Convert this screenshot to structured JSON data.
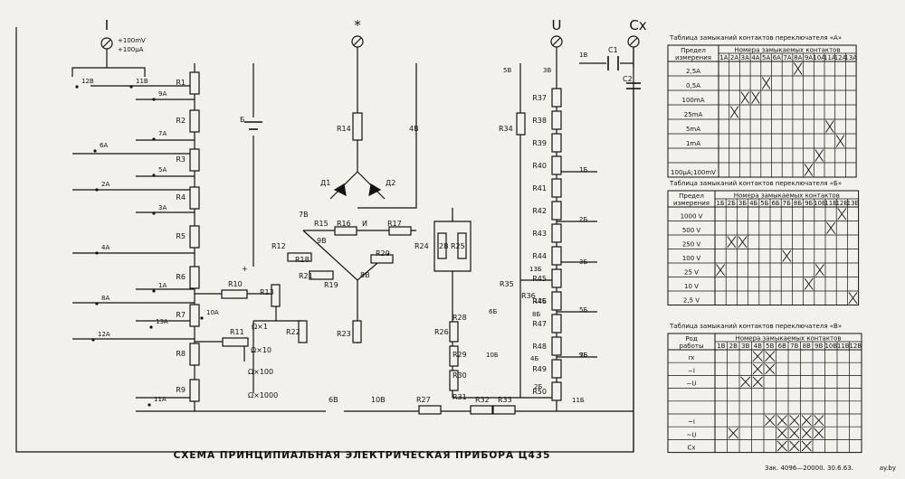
{
  "caption": "СХЕМА ПРИНЦИПИАЛЬНАЯ ЭЛЕКТРИЧЕСКАЯ ПРИБОРА Ц435",
  "footer": "Зак. 4096—20000. 30.6.63.",
  "watermark": "ay.by",
  "terminals": {
    "I": "I",
    "star": "*",
    "U": "U",
    "Cx": "Cx",
    "I_note_1": "+100mV",
    "I_note_2": "+100μA"
  },
  "resistors_left": [
    "R1",
    "R2",
    "R3",
    "R4",
    "R5",
    "R6",
    "R7",
    "R8",
    "R9"
  ],
  "switch_A_labels": [
    "12В",
    "11В",
    "9А",
    "7А",
    "6А",
    "5А",
    "2А",
    "3А",
    "4А",
    "1А",
    "8А",
    "10А",
    "13А",
    "12А",
    "11А"
  ],
  "mid_labels": {
    "R10": "R10",
    "R11": "R11",
    "R12": "R12",
    "R13": "R13",
    "R14": "R14",
    "R15": "R15",
    "R16": "R16",
    "R17": "R17",
    "R18": "R18",
    "R19": "R19",
    "R20": "R20",
    "R21": "R21",
    "R22": "R22",
    "R23": "R23",
    "R24": "R24",
    "R25": "R25",
    "R26": "R26",
    "R27": "R27",
    "R28": "R28",
    "R29": "R29",
    "R30": "R30",
    "R31": "R31",
    "R32": "R32",
    "R33": "R33",
    "R34": "R34",
    "R35": "R35",
    "R36": "R36",
    "D1": "Д1",
    "D2": "Д2",
    "I": "И",
    "battery": "Б",
    "R9B": "9В",
    "B7": "7В",
    "B4": "4В",
    "B8": "8В",
    "B6": "6В",
    "B10": "10В",
    "B2": "2В",
    "ohm1": "Ω×1",
    "ohm10": "Ω×10",
    "ohm100": "Ω×100",
    "ohm1000": "Ω×1000",
    "plus": "+"
  },
  "resistors_right": [
    "R37",
    "R38",
    "R39",
    "R40",
    "R41",
    "R42",
    "R43",
    "R44",
    "R45",
    "R46",
    "R47",
    "R48",
    "R49",
    "R50"
  ],
  "switch_B_labels": [
    "5В",
    "3В",
    "1В",
    "1Б",
    "2Б",
    "3Б",
    "5Б",
    "13Б",
    "12Б",
    "8Б",
    "7Б",
    "6Б",
    "10Б",
    "4Б",
    "9Б",
    "2Б",
    "11Б"
  ],
  "capacitors": {
    "C1": "C1",
    "C2": "C2"
  },
  "table_A": {
    "title": "Таблица замыканий контактов переключателя «А»",
    "head_left": "Предел измерения",
    "head_right": "Номера замыкаемых контактов",
    "cols": [
      "1А",
      "2А",
      "3А",
      "4А",
      "5А",
      "6А",
      "7А",
      "8А",
      "9А",
      "10А",
      "11А",
      "12А",
      "13А"
    ],
    "rows": [
      "2,5А",
      "0,5А",
      "100mA",
      "25mA",
      "5mA",
      "1mA",
      "",
      "100μA;100mV"
    ],
    "marks": [
      [
        1,
        8
      ],
      [
        2,
        5
      ],
      [
        3,
        3
      ],
      [
        3,
        4
      ],
      [
        4,
        2
      ],
      [
        5,
        11
      ],
      [
        6,
        12
      ],
      [
        7,
        10
      ],
      [
        8,
        9
      ]
    ]
  },
  "table_B": {
    "title": "Таблица замыканий контактов переключателя «Б»",
    "head_left": "Предел измерения",
    "head_right": "Номера замыкаемых контактов",
    "cols": [
      "1Б",
      "2Б",
      "3Б",
      "4Б",
      "5Б",
      "6Б",
      "7Б",
      "8Б",
      "9Б",
      "10Б",
      "11Б",
      "12Б",
      "13Б"
    ],
    "rows": [
      "1000 V",
      "500 V",
      "250 V",
      "100 V",
      "25 V",
      "10 V",
      "2,5 V"
    ],
    "marks": [
      [
        1,
        12
      ],
      [
        2,
        11
      ],
      [
        3,
        2
      ],
      [
        3,
        3
      ],
      [
        4,
        7
      ],
      [
        5,
        1
      ],
      [
        5,
        10
      ],
      [
        6,
        9
      ],
      [
        7,
        13
      ]
    ]
  },
  "table_V": {
    "title": "Таблица замыканий контактов переключателя «В»",
    "head_left": "Род работы",
    "head_right": "Номера замыкаемых контактов",
    "cols": [
      "1В",
      "2В",
      "3В",
      "4В",
      "5В",
      "6В",
      "7В",
      "8В",
      "9В",
      "10В",
      "11В",
      "12В"
    ],
    "rows": [
      "rx",
      "−I",
      "−U",
      "",
      "",
      "~I",
      "~U",
      "Cx"
    ],
    "marks": [
      [
        1,
        4
      ],
      [
        1,
        5
      ],
      [
        2,
        4
      ],
      [
        2,
        5
      ],
      [
        3,
        3
      ],
      [
        3,
        4
      ],
      [
        6,
        5
      ],
      [
        6,
        6
      ],
      [
        6,
        7
      ],
      [
        6,
        8
      ],
      [
        6,
        9
      ],
      [
        7,
        2
      ],
      [
        7,
        6
      ],
      [
        7,
        7
      ],
      [
        7,
        8
      ],
      [
        7,
        9
      ],
      [
        8,
        6
      ],
      [
        8,
        7
      ],
      [
        8,
        8
      ]
    ]
  }
}
